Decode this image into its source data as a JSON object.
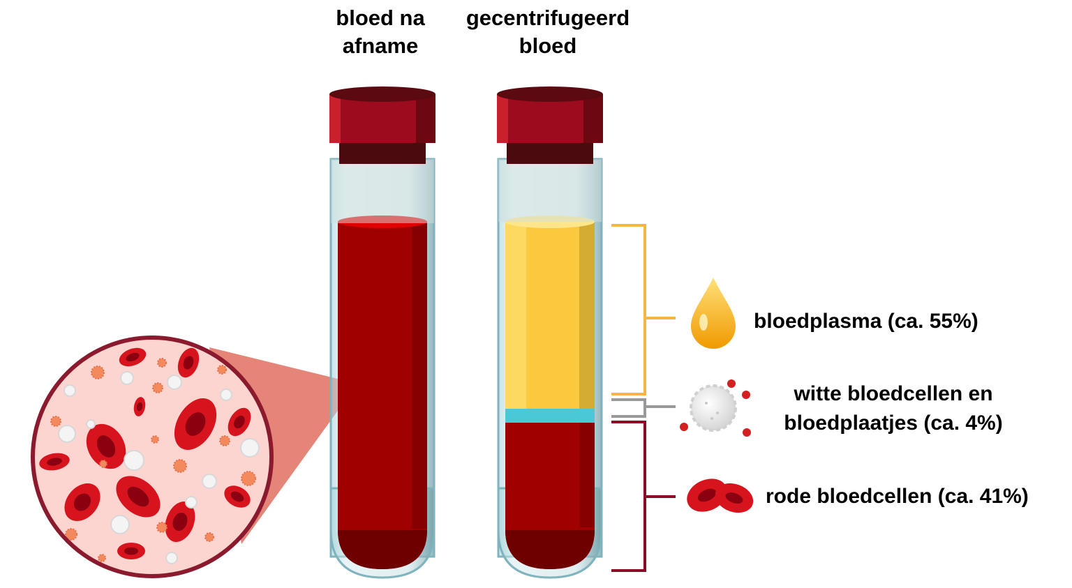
{
  "titles": {
    "left_line1": "bloed na",
    "left_line2": "afname",
    "right_line1": "gecentrifugeerd",
    "right_line2": "bloed"
  },
  "legend": {
    "plasma": "bloedplasma (ca. 55%)",
    "white_line1": "witte bloedcellen en",
    "white_line2": "bloedplaatjes (ca. 4%)",
    "red": "rode bloedcellen (ca. 41%)"
  },
  "fractions": {
    "plasma": 55,
    "white_cells_platelets": 4,
    "red_cells": 41
  },
  "colors": {
    "blood": "#a00000",
    "blood_dark": "#6e0000",
    "cap": "#9c0c1e",
    "cap_dark": "#4a0a0e",
    "plasma": "#fcc83e",
    "buffy": "#4ac8d8",
    "bracket_plasma": "#f7b643",
    "bracket_white": "#999999",
    "bracket_red": "#8b0a26",
    "lens_bg": "#fcd4d0",
    "lens_border": "#8b1a2e",
    "rbc": "#d7141e",
    "platelet": "#f28a5e"
  }
}
